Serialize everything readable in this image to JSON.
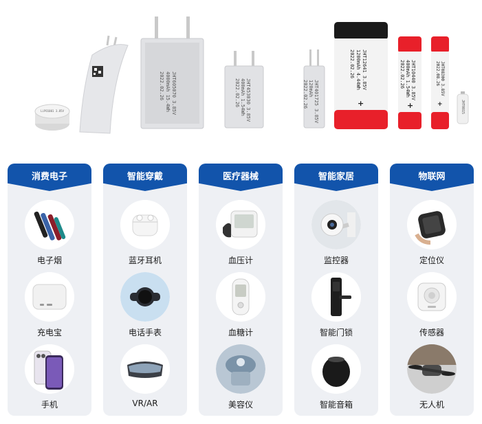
{
  "batteries": {
    "pouch_large_label": [
      "JHT605070 3.85V",
      "4000mAh 15.4Wh",
      "2022.02.26"
    ],
    "pouch_medium_label": [
      "JHT453030 3.85V",
      "400mAh 1.54Wh",
      "2022.02.26"
    ],
    "pouch_small_label": [
      "JHT401725 3.85V",
      "120mAh",
      "2022.02.26"
    ],
    "cyl_large_label": [
      "JHT12641 3.85V",
      "1200mAh 4.44Wh",
      "2022.02.26"
    ],
    "cyl_medium_label": [
      "JHT10440 3.85V",
      "400mAh 1.54Wh",
      "2022.02.26"
    ],
    "cyl_small_label": [
      "JHT08300 3.85V",
      "",
      "2022.08.26"
    ],
    "mini_cell_label": "JHT0815",
    "coin_label": "LiPO1001 3.85V"
  },
  "categories": [
    {
      "title": "消费电子",
      "items": [
        {
          "label": "电子烟",
          "icon": "e-cigarette-icon"
        },
        {
          "label": "充电宝",
          "icon": "power-bank-icon"
        },
        {
          "label": "手机",
          "icon": "phone-icon"
        }
      ]
    },
    {
      "title": "智能穿戴",
      "items": [
        {
          "label": "蓝牙耳机",
          "icon": "earbuds-icon"
        },
        {
          "label": "电话手表",
          "icon": "smartwatch-icon"
        },
        {
          "label": "VR/AR",
          "icon": "vr-headset-icon"
        }
      ]
    },
    {
      "title": "医疗器械",
      "items": [
        {
          "label": "血压计",
          "icon": "blood-pressure-monitor-icon"
        },
        {
          "label": "血糖计",
          "icon": "glucose-meter-icon"
        },
        {
          "label": "美容仪",
          "icon": "beauty-device-icon"
        }
      ]
    },
    {
      "title": "智能家居",
      "items": [
        {
          "label": "监控器",
          "icon": "security-camera-icon"
        },
        {
          "label": "智能门锁",
          "icon": "smart-lock-icon"
        },
        {
          "label": "智能音箱",
          "icon": "smart-speaker-icon"
        }
      ]
    },
    {
      "title": "物联网",
      "items": [
        {
          "label": "定位仪",
          "icon": "gps-tracker-icon"
        },
        {
          "label": "传感器",
          "icon": "sensor-icon"
        },
        {
          "label": "无人机",
          "icon": "drone-icon"
        }
      ]
    }
  ],
  "colors": {
    "header_blue": "#1254ab",
    "card_bg": "#eef0f4",
    "battery_red": "#e8202a",
    "battery_silver": "#dcdde0"
  }
}
